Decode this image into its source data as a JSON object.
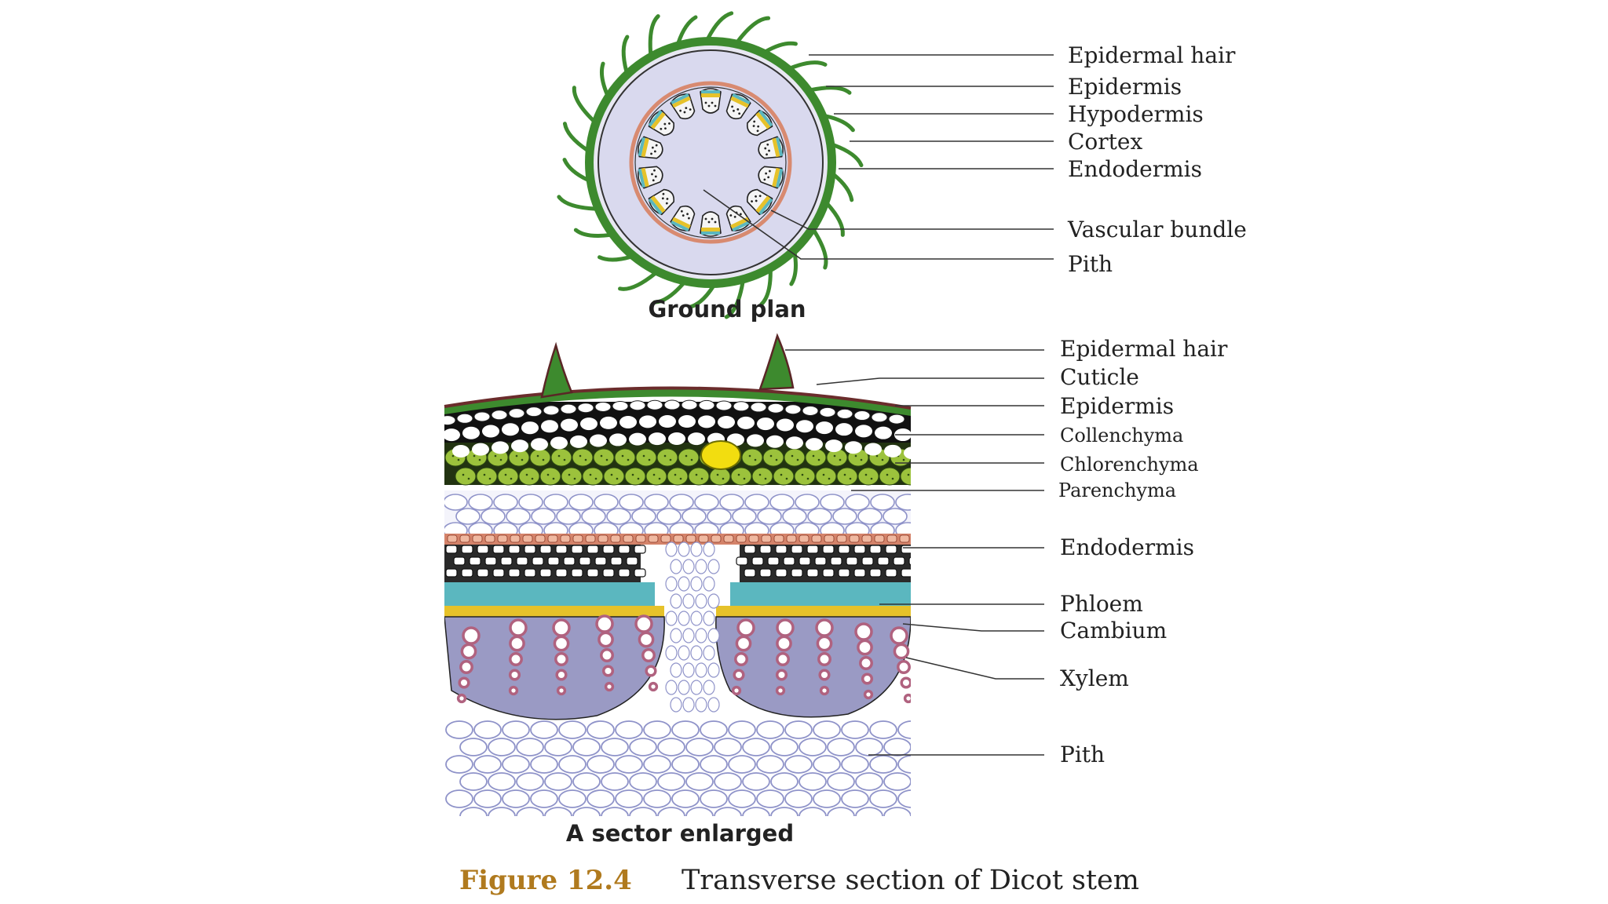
{
  "ground_plan": {
    "subtitle": "Ground plan",
    "labels": {
      "epidermal_hair": "Epidermal hair",
      "epidermis": "Epidermis",
      "hypodermis": "Hypodermis",
      "cortex": "Cortex",
      "endodermis": "Endodermis",
      "vascular_bundle": "Vascular bundle",
      "pith": "Pith"
    }
  },
  "sector": {
    "subtitle": "A sector enlarged",
    "labels": {
      "epidermal_hair": "Epidermal hair",
      "cuticle": "Cuticle",
      "epidermis": "Epidermis",
      "collenchyma": "Collenchyma",
      "chlorenchyma": "Chlorenchyma",
      "parenchyma": "Parenchyma",
      "endodermis": "Endodermis",
      "phloem": "Phloem",
      "cambium": "Cambium",
      "xylem": "Xylem",
      "pith": "Pith"
    }
  },
  "caption": {
    "number": "Figure 12.4",
    "text": "Transverse section of Dicot stem"
  },
  "colors": {
    "epidermis_green": "#3d8a2e",
    "cortex_lavender": "#d9d9ee",
    "endodermis_salmon": "#e69a80",
    "chlorenchyma": "#9cc23c",
    "phloem_teal": "#5bb7bf",
    "cambium_yellow": "#e6c22a",
    "xylem_pink": "#c98aa3",
    "parenchyma_stroke": "#8f93c9",
    "caption_gold": "#b07a1e"
  }
}
